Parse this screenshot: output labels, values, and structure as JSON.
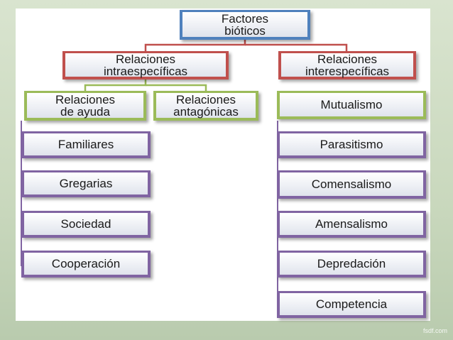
{
  "root": {
    "label": "Factores\nbióticos"
  },
  "intra": {
    "label": "Relaciones\nintraespecíficas",
    "ayuda": {
      "label": "Relaciones\nde ayuda"
    },
    "antagonicas": {
      "label": "Relaciones\nantagónicas"
    },
    "ayuda_items": [
      "Familiares",
      "Gregarias",
      "Sociedad",
      "Cooperación"
    ]
  },
  "inter": {
    "label": "Relaciones\ninterespecíficas",
    "items": [
      "Mutualismo",
      "Parasitismo",
      "Comensalismo",
      "Amensalismo",
      "Depredación",
      "Competencia"
    ]
  },
  "watermark": "fsdf.com",
  "colors": {
    "root_border": "#4f81bd",
    "level1_border": "#c0504d",
    "level2_border": "#9bbb59",
    "level3_border": "#8064a2"
  }
}
